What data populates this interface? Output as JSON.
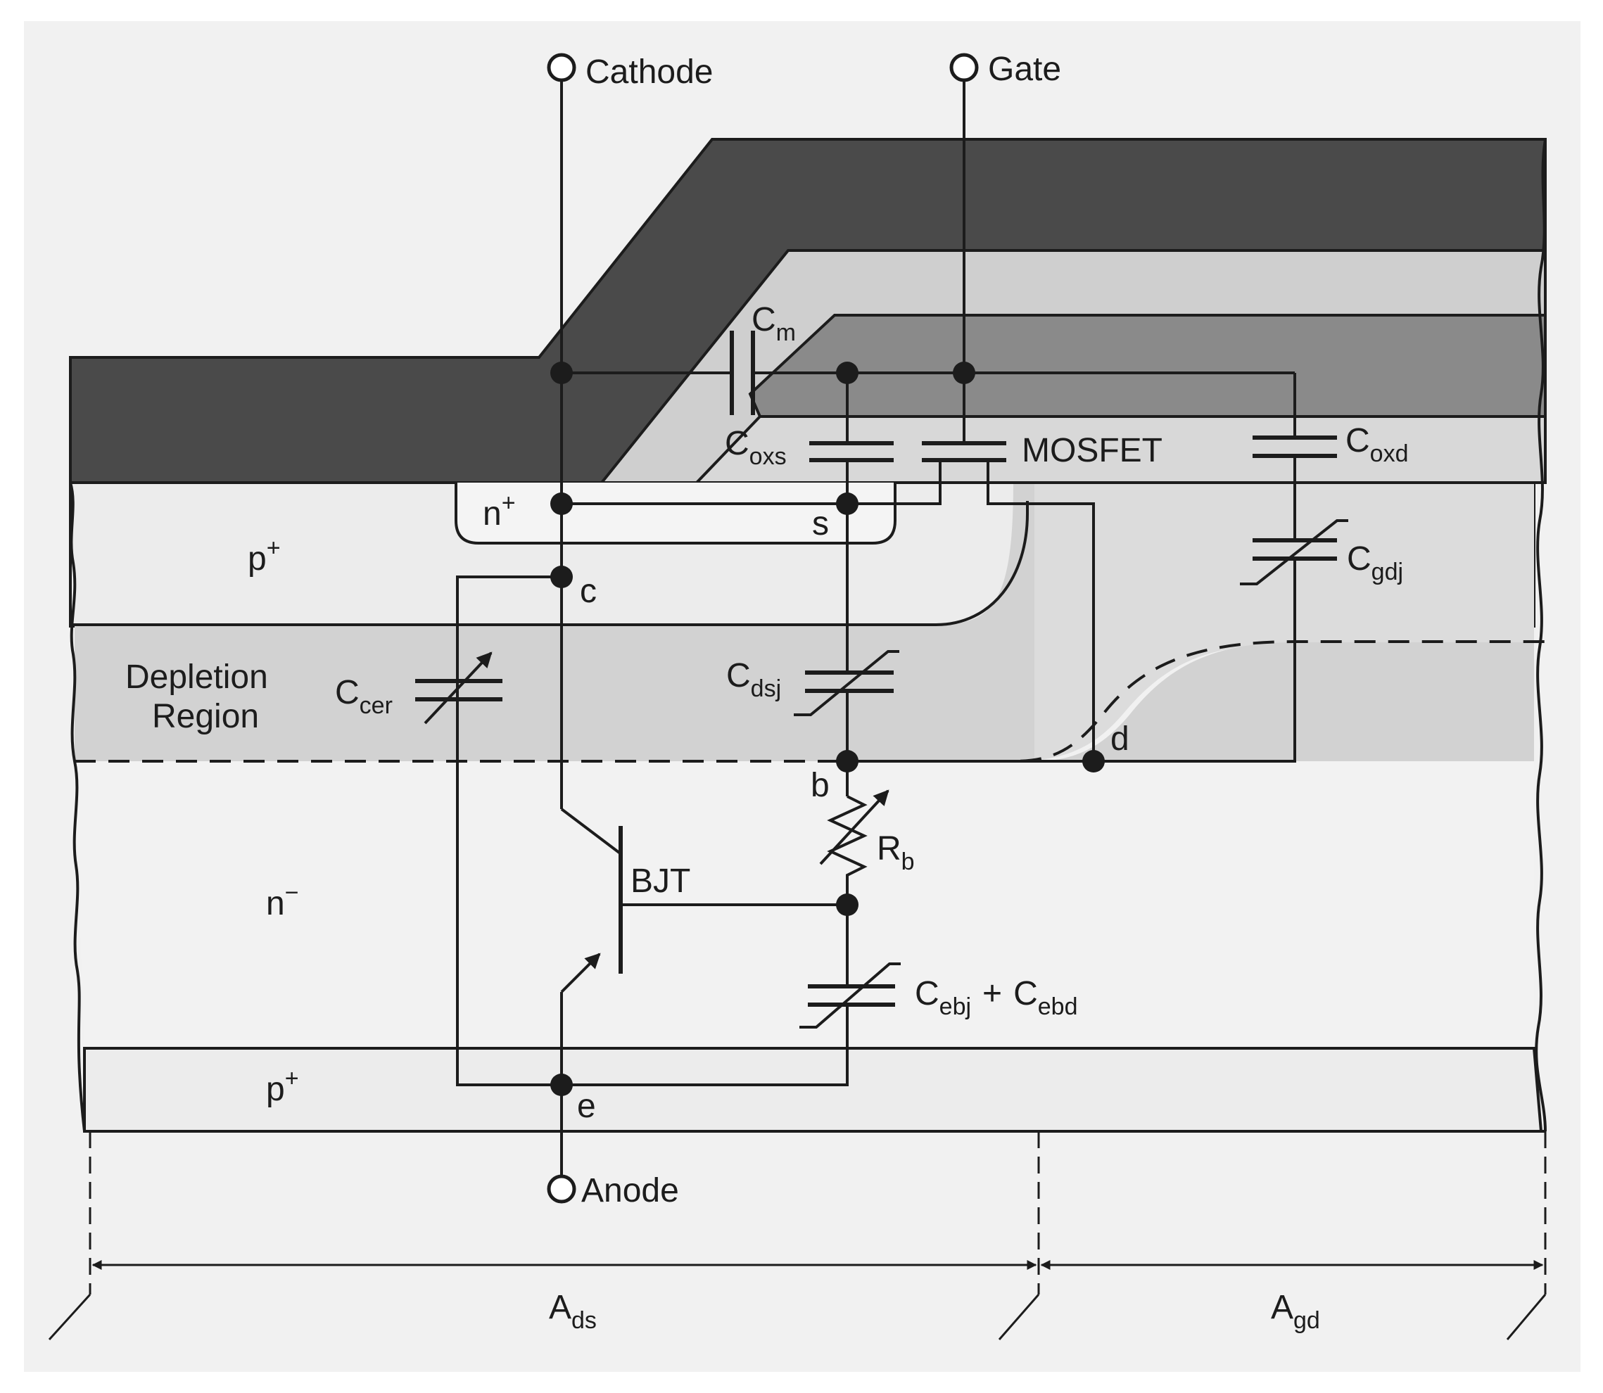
{
  "terminals": {
    "cathode": "Cathode",
    "gate": "Gate",
    "anode": "Anode"
  },
  "regions": {
    "p_plus_top": {
      "base": "p",
      "sup": "+"
    },
    "n_plus": {
      "base": "n",
      "sup": "+"
    },
    "depletion_line1": "Depletion",
    "depletion_line2": "Region",
    "n_minus": {
      "base": "n",
      "sup": "−"
    },
    "p_plus_bottom": {
      "base": "p",
      "sup": "+"
    }
  },
  "components": {
    "c_m": {
      "base": "C",
      "sub": "m"
    },
    "c_oxs": {
      "base": "C",
      "sub": "oxs"
    },
    "mosfet": "MOSFET",
    "c_oxd": {
      "base": "C",
      "sub": "oxd"
    },
    "c_gdj": {
      "base": "C",
      "sub": "gdj"
    },
    "c_cer": {
      "base": "C",
      "sub": "cer"
    },
    "c_dsj": {
      "base": "C",
      "sub": "dsj"
    },
    "r_b": {
      "base": "R",
      "sub": "b"
    },
    "bjt": "BJT",
    "c_ebj": {
      "base": "C",
      "sub": "ebj"
    },
    "plus": "+",
    "c_ebd": {
      "base": "C",
      "sub": "ebd"
    }
  },
  "nodes": {
    "s": "s",
    "c": "c",
    "d": "d",
    "b": "b",
    "e": "e"
  },
  "dimensions": {
    "a_ds": {
      "base": "A",
      "sub": "ds"
    },
    "a_gd": {
      "base": "A",
      "sub": "gd"
    }
  },
  "colors": {
    "background": "#ffffff",
    "panel": "#f1f1f1",
    "ink": "#1c1c1c",
    "metal_dark": "#4a4a4a",
    "poly_gray": "#8a8a8a",
    "oxide_light": "#cfcfcf",
    "n_plus_region": "#f4f4f4",
    "p_plus_region": "#ececec",
    "depletion": "#d2d2d2",
    "n_minus_region": "#f2f2f2"
  }
}
